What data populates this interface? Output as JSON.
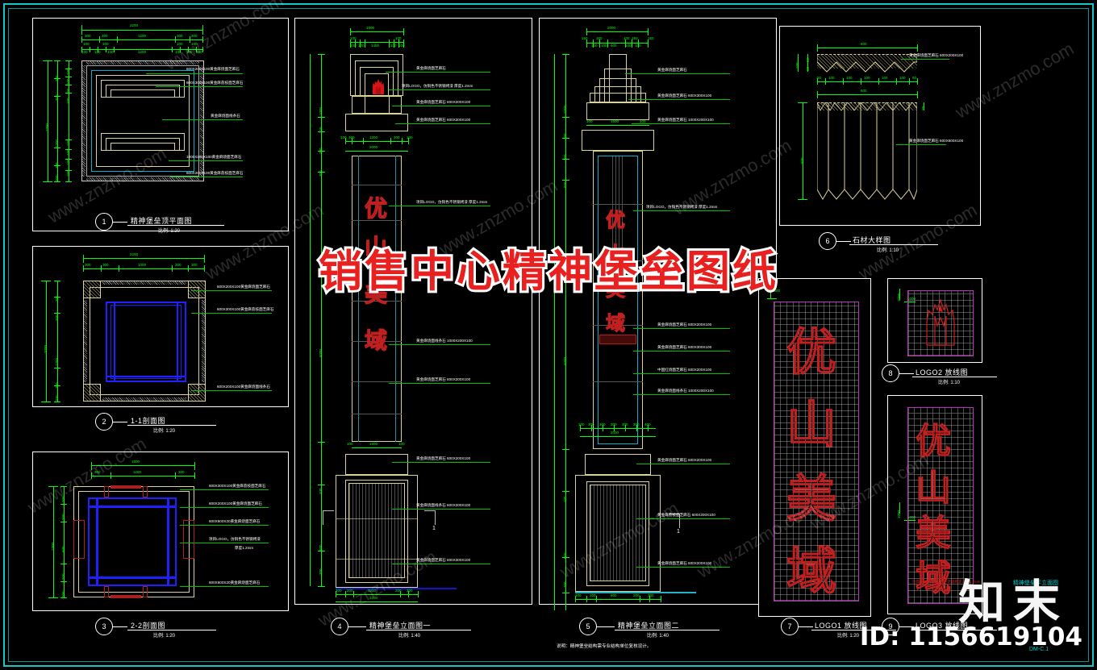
{
  "sheet": {
    "headline": "销售中心精神堡垒图纸",
    "sheet_code": "DM-C.1",
    "corner_label": "精神堡垒平立面图",
    "note": "说明：精神堡垒结构需专业结构单位复核设计。",
    "background_color": "#000000",
    "frame_color": "#15c6c6"
  },
  "watermark": {
    "site_text": "www.znzmo.com",
    "brand": "知末",
    "id_label": "ID: 1156619104"
  },
  "panels": [
    {
      "num": "1",
      "title": "精神堡垒顶平面图",
      "scale": "比例: 1:20"
    },
    {
      "num": "2",
      "title": "1-1剖面图",
      "scale": "比例: 1:20"
    },
    {
      "num": "3",
      "title": "2-2剖面图",
      "scale": "比例: 1:20"
    },
    {
      "num": "4",
      "title": "精神堡垒立面图一",
      "scale": "比例: 1:40"
    },
    {
      "num": "5",
      "title": "精神堡垒立面图二",
      "scale": "比例: 1:40"
    },
    {
      "num": "6",
      "title": "石材大样图",
      "scale": "比例: 1:10"
    },
    {
      "num": "7",
      "title": "LOGO1 放线图",
      "scale": "比例: 1:20"
    },
    {
      "num": "8",
      "title": "LOGO2 放线图",
      "scale": "比例: 1:10"
    },
    {
      "num": "9",
      "title": "LOGO3 放线图",
      "scale": "比例: 1:10"
    }
  ],
  "materials": {
    "stone_flamed": "黄金麻烧面芝麻石",
    "stone_honed": "黄金麻荔枝面芝麻石",
    "stone_line": "黄金麻烧面线条石",
    "logo_metal": "项目LOGO，仿铜色不锈钢烤漆",
    "logo_metal_thk": "厚度1.2mm",
    "spec_600x200x100": "600X200X100",
    "spec_600x300x100": "600X300X100",
    "spec_1000X200X100": "1000X200X100",
    "spec_800x200x100": "800X200X100",
    "spec_600x600x20": "600X600X20"
  },
  "panel1": {
    "title": "精神堡垒顶平面图",
    "dims_top_overall": "2200",
    "dims_top_chain": [
      "300",
      "300",
      "1200",
      "300",
      "300"
    ],
    "dims_top_sub": [
      "100",
      "100",
      "100",
      "100",
      "1200",
      "100",
      "100",
      "100",
      "100"
    ],
    "dims_left_overall": "2200",
    "dims_left_chain": [
      "300",
      "300",
      "1200",
      "300",
      "300"
    ],
    "dims_left_sub": [
      "100",
      "100",
      "100",
      "100",
      "100",
      "100",
      "100",
      "100"
    ],
    "callouts": [
      "600X200X100黄金麻烧面芝麻石",
      "600X300X100黄金麻荔枝面芝麻石",
      "黄金麻烧面线条石",
      "1000X200X100黄金麻烧面芝麻石",
      "600X200X100黄金麻荔枝面芝麻石"
    ]
  },
  "panel2": {
    "title": "1-1剖面图",
    "dims_top_overall": "2200",
    "dims_top_chain": [
      "300",
      "300",
      "1000",
      "300",
      "300"
    ],
    "dims_left_overall": "2000",
    "dims_left_chain": [
      "300",
      "300",
      "1200",
      "300",
      "300"
    ],
    "callouts": [
      "600X200X100黄金麻烧面芝麻石",
      "600X300X100黄金麻荔枝面芝麻石",
      "600X200X100黄金麻烧面线条石"
    ]
  },
  "panel3": {
    "title": "2-2剖面图",
    "dims_top_overall": "1800",
    "dims_top_chain": [
      "300",
      "1200",
      "300"
    ],
    "dims_left_overall": "1800",
    "dims_left_chain": [
      "300",
      "300",
      "600",
      "300",
      "300"
    ],
    "callouts": [
      "600X300X100黄金麻荔枝面芝麻石",
      "600X200X100黄金麻烧面芝麻石",
      "600X600X20黄金麻烧面芝麻石",
      "项目LOGO，仿铜色不锈钢烤漆",
      "厚度1.2mm",
      "600X600X20黄金麻烧面芝麻石"
    ]
  },
  "panel4": {
    "title": "精神堡垒立面图一",
    "top_overall": "1800",
    "top_chain": [
      "100",
      "100",
      "100",
      "1400",
      "100",
      "100",
      "100"
    ],
    "mid_chain": [
      "100",
      "300",
      "1200",
      "300",
      "100"
    ],
    "mid_overall": "2000",
    "bottom_chain": [
      "100",
      "1800",
      "100"
    ],
    "base_chain": [
      "300",
      "200",
      "1200",
      "200",
      "300"
    ],
    "base_overall": "2200",
    "heights": [
      "1000",
      "150",
      "300",
      "300",
      "6000",
      "400",
      "600",
      "300",
      "200"
    ],
    "logo_text": "优山美域",
    "section_mark": "1",
    "callouts": [
      "黄金麻烧面芝麻石",
      "项目LOGO，仿铜色不锈钢烤漆 厚度1.2mm",
      "黄金麻烧面芝麻石 600X200X100",
      "黄金麻烧面芝麻石 600X300X100",
      "黄金麻烧面线条石 1000X200X100",
      "黄金麻烧面芝麻石 600X200X100",
      "黄金麻烧面线条石 600X200X100"
    ]
  },
  "panel5": {
    "title": "精神堡垒立面图二",
    "top_overall": "2000",
    "top_chain": [
      "150",
      "100",
      "150",
      "100",
      "100",
      "600",
      "100",
      "100",
      "150",
      "100",
      "150"
    ],
    "mid_chain": [
      "100",
      "1600",
      "100"
    ],
    "mid_overall": "1800",
    "base_chain": [
      "300",
      "200",
      "800",
      "200",
      "300"
    ],
    "base_overall": "1800",
    "heights": [
      "1000",
      "300",
      "300",
      "600",
      "6000",
      "400",
      "600",
      "300"
    ],
    "logo_text": "优山美域",
    "section_mark": "1",
    "callouts": [
      "黄金麻烧面芝麻石",
      "黄金麻烧面芝麻石 600X300X100",
      "黄金麻烧面芝麻石 1000X200X100",
      "项目LOGO，仿铜色不锈钢烤漆 厚度1.2mm",
      "黄金麻烧面芝麻石 600X200X100",
      "黄金麻烧面芝麻石 600X300X100",
      "中国红烧面芝麻石 600X200X100",
      "黄金麻烧面线条石 1000X200X100",
      "黄金麻烧面芝麻石 600X200X100",
      "黄金麻荔枝面芝麻石 600X200X100"
    ]
  },
  "panel6": {
    "title": "石材大样图",
    "top_width": "600",
    "top_thk_total": "100",
    "top_thk_a": "50",
    "top_thk_b": "50",
    "chain": [
      "50",
      "100",
      "100",
      "100",
      "100",
      "100",
      "50"
    ],
    "bottom_width": "600",
    "bottom_thk": "20",
    "bottom_height": "600",
    "callouts": [
      "黄金麻烧面芝麻石 600X200X100",
      "黄金麻烧面芝麻石 600X600X100"
    ]
  },
  "panel7": {
    "title": "LOGO1 放线图",
    "grid_dim": "1000",
    "logo_chars": [
      "优",
      "山",
      "美",
      "域"
    ],
    "grid_color": "#c030c0"
  },
  "panel8": {
    "title": "LOGO2 放线图",
    "grid_dim_v": "1000",
    "grid_dim_h": "1000",
    "grid_color": "#c030c0"
  },
  "panel9": {
    "title": "LOGO3 放线图",
    "grid_dim_v": "1000",
    "grid_dim_h": "1000",
    "callout": "项目LOGO，仿铜色不锈钢烤漆 厚度1.2mm",
    "grid_color": "#c030c0"
  }
}
